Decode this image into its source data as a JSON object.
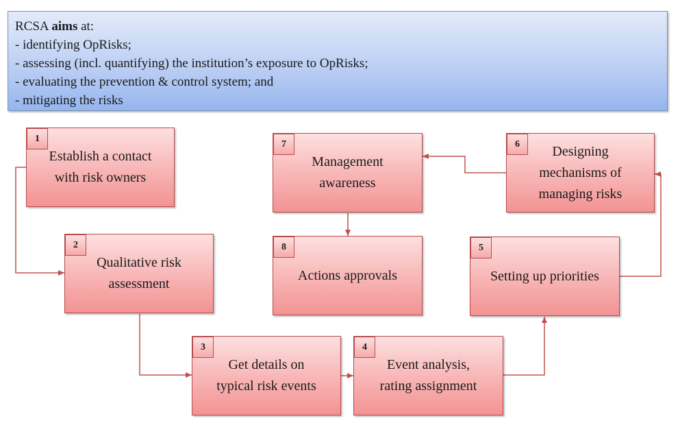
{
  "header": {
    "line1_prefix": "RCSA ",
    "line1_bold": "aims",
    "line1_suffix": " at:",
    "items": [
      "- identifying OpRisks;",
      "- assessing (incl. quantifying) the institution’s exposure to OpRisks;",
      "- evaluating the prevention & control system; and",
      "- mitigating the risks"
    ]
  },
  "steps": [
    {
      "num": "1",
      "label": "Establish a contact\nwith risk owners"
    },
    {
      "num": "2",
      "label": "Qualitative risk\nassessment"
    },
    {
      "num": "3",
      "label": "Get details on\ntypical risk events"
    },
    {
      "num": "4",
      "label": "Event analysis,\nrating assignment"
    },
    {
      "num": "5",
      "label": "Setting up priorities"
    },
    {
      "num": "6",
      "label": "Designing\nmechanisms of\nmanaging risks"
    },
    {
      "num": "7",
      "label": "Management\nawareness"
    },
    {
      "num": "8",
      "label": "Actions approvals"
    }
  ],
  "colors": {
    "box_border": "#b74a4a",
    "box_fill": "#f8b4b4",
    "header_fill": "#b9cdf3",
    "connector": "#c0504d"
  }
}
